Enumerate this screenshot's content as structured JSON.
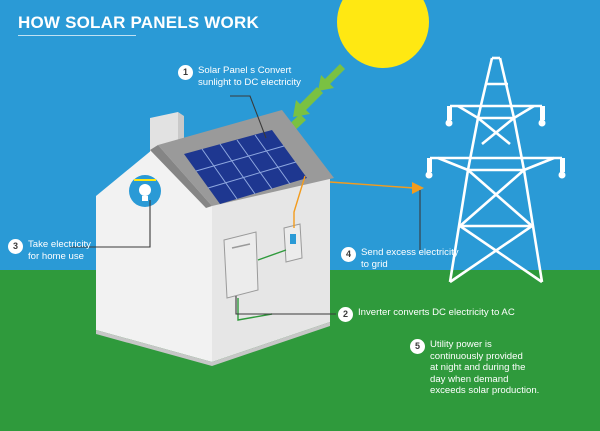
{
  "title": "HOW SOLAR PANELS WORK",
  "steps": [
    {
      "number": "1",
      "text": "Solar Panel s Convert\nsunlight to DC electricity"
    },
    {
      "number": "2",
      "text": "Inverter converts DC electricity to AC"
    },
    {
      "number": "3",
      "text": "Take electricity\nfor home use"
    },
    {
      "number": "4",
      "text": "Send excess electricity\nto grid"
    },
    {
      "number": "5",
      "text": "Utility power is\ncontinuously provided\nat night and during the\nday when demand\nexceeds solar production."
    }
  ],
  "colors": {
    "sky": "#2a9ad6",
    "grass": "#2f9a3c",
    "sun": "#ffe812",
    "sun_arrows": "#7ac142",
    "house_wall": "#f2f2f2",
    "roof": "#9a9a9a",
    "panel": "#1e3790",
    "tower": "#ffffff",
    "wire": "#f39c1e"
  }
}
